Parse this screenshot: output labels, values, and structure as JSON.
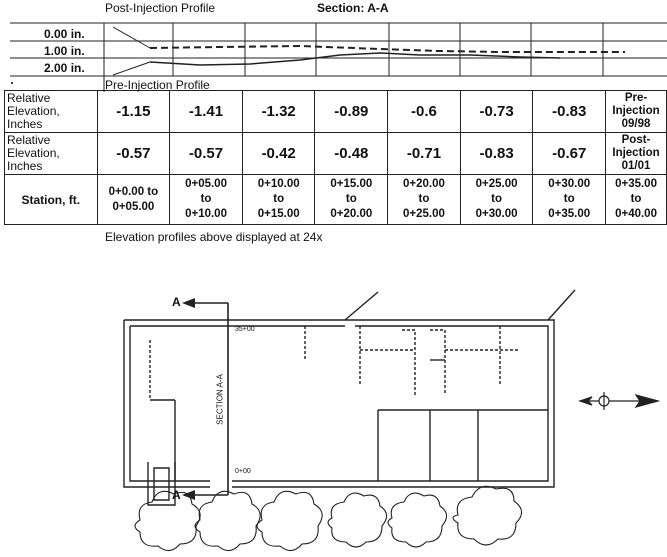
{
  "profile": {
    "post_label": "Post-Injection Profile",
    "section_title": "Section: A-A",
    "pre_label": "Pre-Injection Profile",
    "depth_labels": [
      "0.00 in.",
      "1.00 in.",
      "2.00 in."
    ],
    "footnote": "Elevation profiles above displayed at 24x"
  },
  "table": {
    "rows": [
      {
        "header": "Relative Elevation, Inches",
        "values": [
          "-1.15",
          "-1.41",
          "-1.32",
          "-0.89",
          "-0.6",
          "-0.73",
          "-0.83"
        ],
        "tag_line1": "Pre-",
        "tag_line2": "Injection",
        "tag_line3": "09/98"
      },
      {
        "header": "Relative Elevation, Inches",
        "values": [
          "-0.57",
          "-0.57",
          "-0.42",
          "-0.48",
          "-0.71",
          "-0.83",
          "-0.67"
        ],
        "tag_line1": "Post-",
        "tag_line2": "Injection",
        "tag_line3": "01/01"
      }
    ],
    "station_header": "Station, ft.",
    "stations": [
      {
        "l1": "0+0.00 to",
        "l2": "0+05.00",
        "l3": ""
      },
      {
        "l1": "0+05.00",
        "l2": "to",
        "l3": "0+10.00"
      },
      {
        "l1": "0+10.00",
        "l2": "to",
        "l3": "0+15.00"
      },
      {
        "l1": "0+15.00",
        "l2": "to",
        "l3": "0+20.00"
      },
      {
        "l1": "0+20.00",
        "l2": "to",
        "l3": "0+25.00"
      },
      {
        "l1": "0+25.00",
        "l2": "to",
        "l3": "0+30.00"
      },
      {
        "l1": "0+30.00",
        "l2": "to",
        "l3": "0+35.00"
      },
      {
        "l1": "0+35.00",
        "l2": "to",
        "l3": "0+40.00"
      }
    ]
  },
  "plan": {
    "marker_top": "A",
    "marker_bottom": "A",
    "section_label": "SECTION A-A",
    "station_top": "35+00",
    "station_bottom": "0+00"
  }
}
